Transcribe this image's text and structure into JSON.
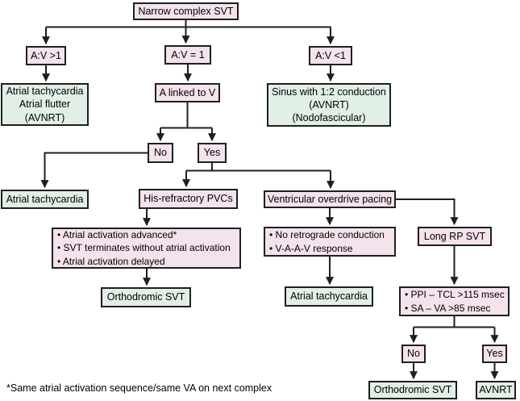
{
  "diagram_title": "Narrow complex SVT",
  "colors": {
    "decision_box": "#f4e2ec",
    "diagnosis_box": "#e1efe6",
    "border": "#1f1f1f",
    "line": "#1f1f1f"
  },
  "nodes": {
    "narrow_svt": {
      "label": "Narrow complex SVT"
    },
    "av_gt1": {
      "label": "A:V >1"
    },
    "av_eq1": {
      "label": "A:V = 1"
    },
    "av_lt1": {
      "label": "A:V <1"
    },
    "atrial_tachy_flutter": {
      "lines": [
        "Atrial tachycardia",
        "Atrial flutter",
        "(AVNRT)"
      ]
    },
    "a_linked_to_v": {
      "label": "A linked to V"
    },
    "sinus_conduction": {
      "lines": [
        "Sinus with 1:2 conduction",
        "(AVNRT)",
        "(Nodofascicular)"
      ]
    },
    "no_1": {
      "label": "No"
    },
    "yes_1": {
      "label": "Yes"
    },
    "atrial_tachycardia_left": {
      "label": "Atrial tachycardia"
    },
    "his_refractory_pvcs": {
      "label": "His-refractory PVCs"
    },
    "his_criteria": {
      "items": [
        "• Atrial activation advanced*",
        "• SVT terminates without atrial activation",
        "• Atrial activation delayed"
      ]
    },
    "orthodromic_svt_left": {
      "label": "Orthodromic SVT"
    },
    "ventricular_overdrive_pacing": {
      "label": "Ventricular overdrive pacing"
    },
    "vop_criteria": {
      "items": [
        "• No retrograde conduction",
        "• V-A-A-V response"
      ]
    },
    "atrial_tachycardia_mid": {
      "label": "Atrial tachycardia"
    },
    "long_rp_svt": {
      "label": "Long RP SVT"
    },
    "ppi_criteria": {
      "items": [
        "• PPI – TCL >115 msec",
        "• SA – VA >85 msec"
      ]
    },
    "no_2": {
      "label": "No"
    },
    "yes_2": {
      "label": "Yes"
    },
    "orthodromic_svt_right": {
      "label": "Orthodromic SVT"
    },
    "avnrt": {
      "label": "AVNRT"
    }
  },
  "footnote": "*Same atrial activation sequence/same VA on next complex"
}
